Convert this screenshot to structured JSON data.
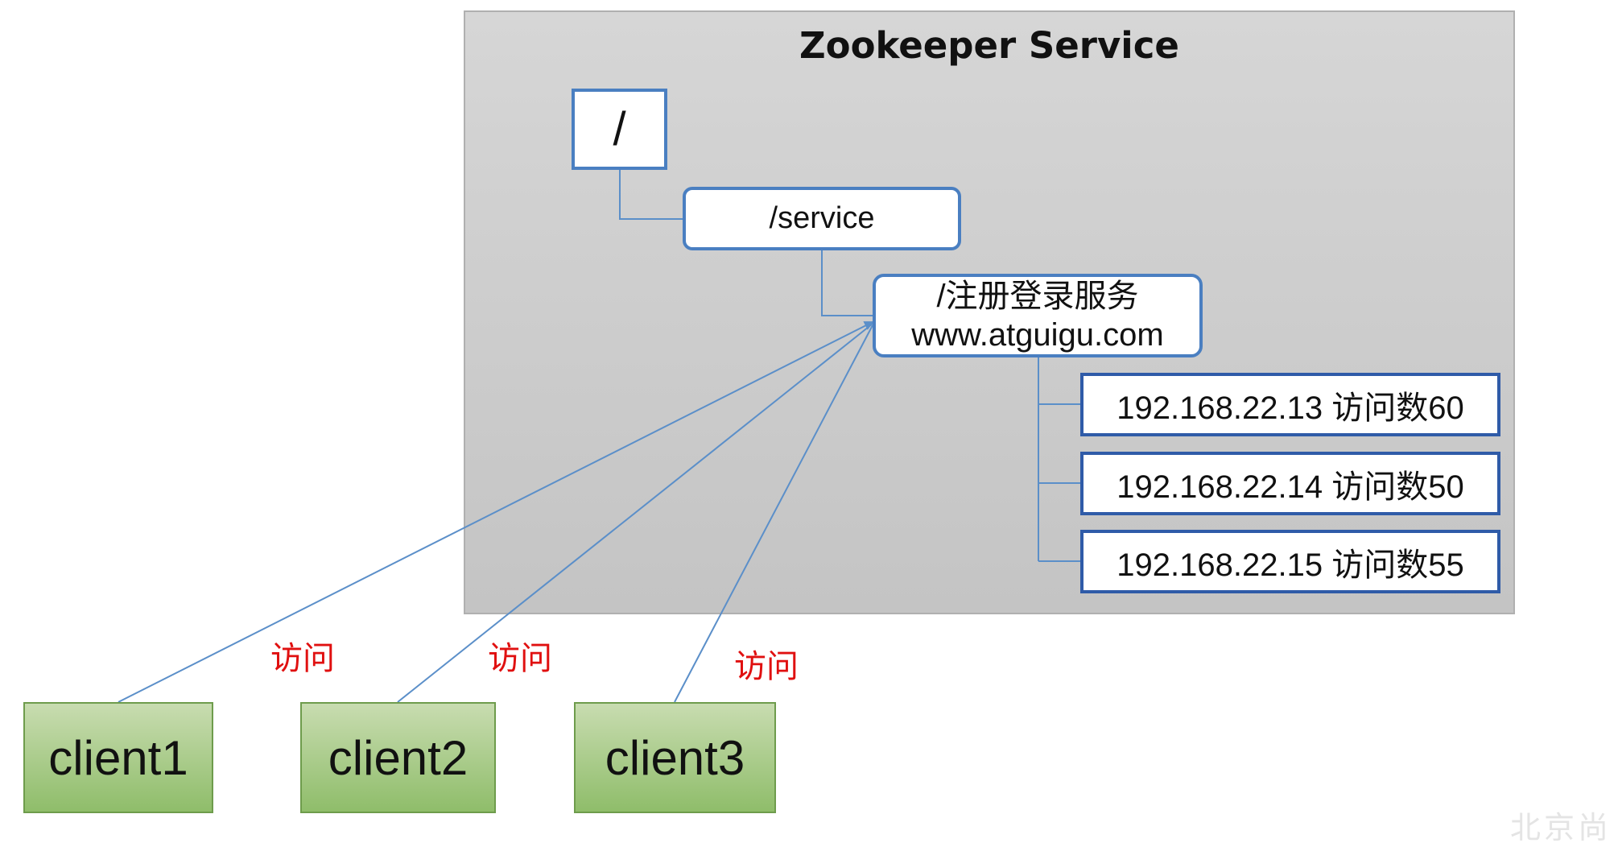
{
  "service": {
    "title": "Zookeeper Service"
  },
  "nodes": {
    "root": "/",
    "service": "/service",
    "registration": {
      "name": "/注册登录服务",
      "url": "www.atguigu.com"
    },
    "servers": [
      {
        "label": "192.168.22.13  访问数60",
        "ip": "192.168.22.13",
        "visits": 60
      },
      {
        "label": "192.168.22.14 访问数50",
        "ip": "192.168.22.14",
        "visits": 50
      },
      {
        "label": "192.168.22.15 访问数55",
        "ip": "192.168.22.15",
        "visits": 55
      }
    ]
  },
  "clients": [
    {
      "label": "client1",
      "access": "访问"
    },
    {
      "label": "client2",
      "access": "访问"
    },
    {
      "label": "client3",
      "access": "访问"
    }
  ],
  "colors": {
    "node_border": "#4a7fc1",
    "server_border": "#2f5ba8",
    "client_fill": "#a9cc8a",
    "access_label": "#e01010",
    "connector": "#5b8fc9"
  },
  "watermark": "北京尚"
}
